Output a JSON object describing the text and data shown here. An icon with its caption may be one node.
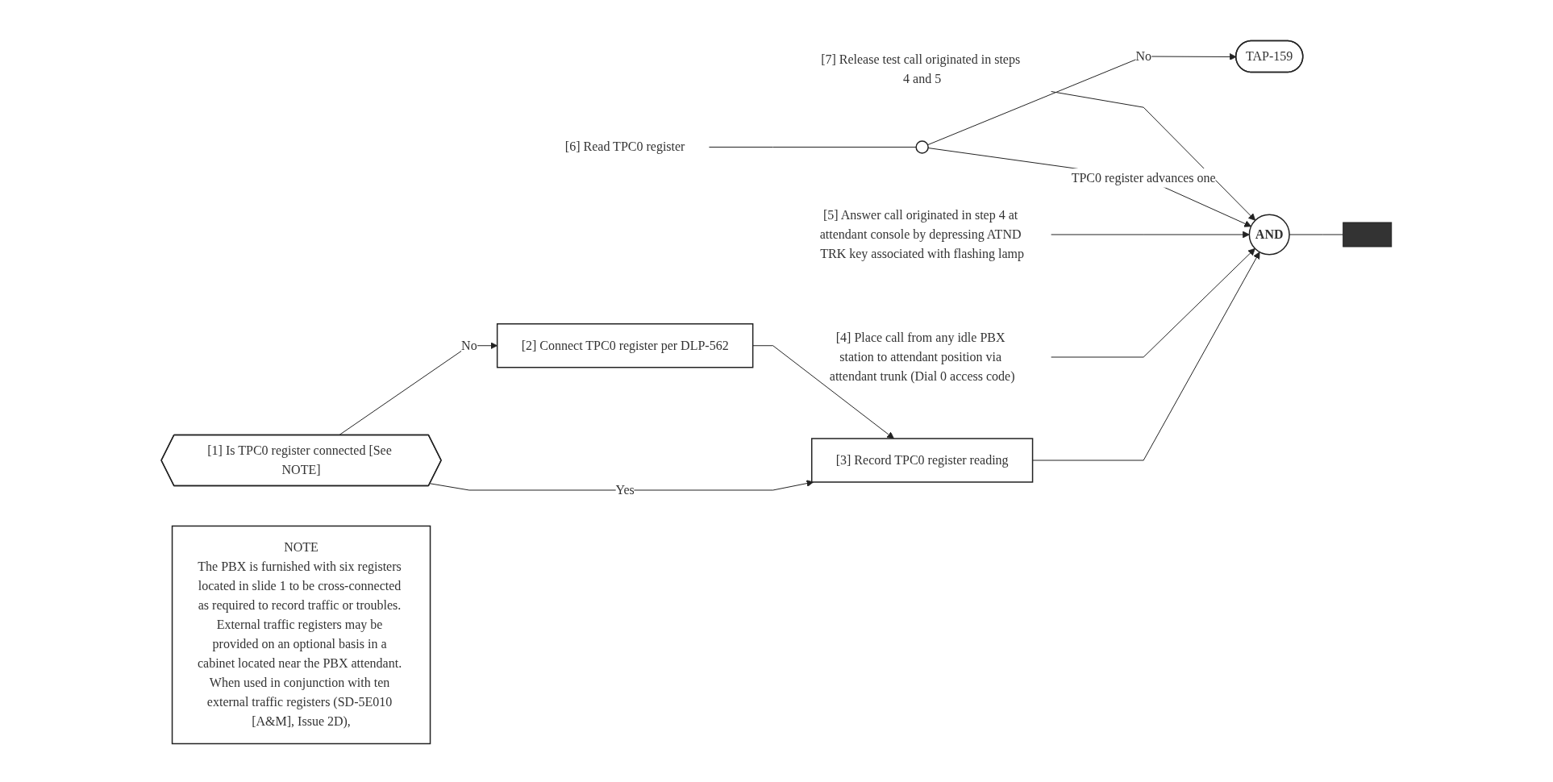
{
  "diagram": {
    "nodes": [
      {
        "text": [
          "[1] Is TPC0 register connected [See NOTE]"
        ]
      },
      {
        "text": [
          "[2] Connect TPC0 register per DLP-562"
        ]
      },
      {
        "text": [
          "[3] Record TPC0 register reading"
        ]
      },
      {
        "text": [
          "[4] Place call from any idle PBX station to attendant position via attendant trunk (Dial 0 access code)"
        ]
      },
      {
        "text": [
          "[5] Answer call originated in step 4 at attendant console by depressing ATND TRK key associated with flashing lamp"
        ]
      },
      {
        "text": [
          "[6] Read TPC0 register"
        ]
      },
      {
        "text": [],
        "shape": "circle"
      },
      {
        "text": [
          "TAP-159"
        ]
      },
      {
        "text": [
          "[7] Release test call originated in steps 4 and 5"
        ]
      },
      {
        "text": [
          "AND"
        ]
      },
      {
        "text": [],
        "shape": "bar"
      },
      {
        "text": [
          "NOTE",
          "The PBX is furnished with six registers located in slide 1 to be cross-connected as required to record traffic or troubles. External traffic registers may be provided on an optional basis in a cabinet located near the PBX attendant. When used in conjunction with ten external traffic registers (SD-5E010 [A&M], Issue 2D),"
        ]
      }
    ],
    "edges": [
      {
        "from": 0,
        "to": 2,
        "arrow": "to",
        "label": "Yes"
      },
      {
        "from": 0,
        "to": 1,
        "arrow": "to",
        "label": "No"
      },
      {
        "from": 1,
        "to": 2,
        "arrow": "to"
      },
      {
        "from": 2,
        "to": 9,
        "arrow": "to"
      },
      {
        "from": 3,
        "to": 9,
        "arrow": "to"
      },
      {
        "from": 4,
        "to": 9,
        "arrow": "to"
      },
      {
        "from": 5,
        "to": 6,
        "arrow": "none"
      },
      {
        "from": 6,
        "to": 9,
        "arrow": "to",
        "label": "TPC0 register advances one"
      },
      {
        "from": 6,
        "to": 7,
        "arrow": "to",
        "label": "No"
      },
      {
        "from": 8,
        "to": 9,
        "arrow": "to"
      },
      {
        "from": 9,
        "to": 10,
        "arrow": "none"
      }
    ]
  }
}
